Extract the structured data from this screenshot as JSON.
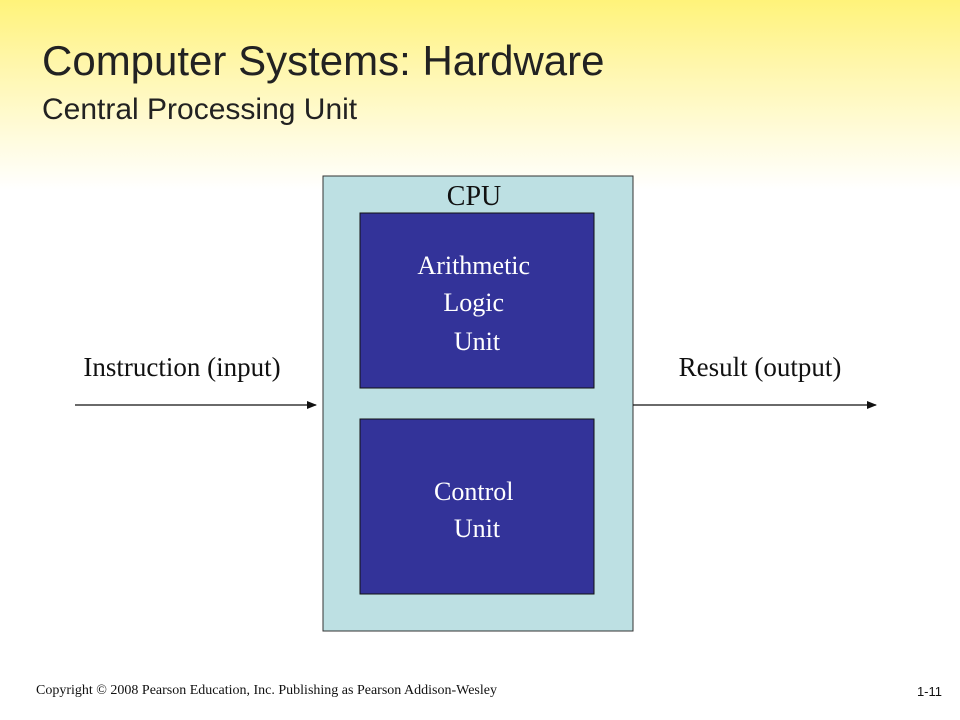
{
  "slide": {
    "title": "Computer Systems: Hardware",
    "subtitle": "Central Processing Unit"
  },
  "diagram": {
    "cpu_label": "CPU",
    "alu_lines": [
      "Arithmetic",
      "Logic",
      "Unit"
    ],
    "control_lines": [
      "Control",
      "Unit"
    ],
    "input_label": "Instruction (input)",
    "output_label": "Result (output)"
  },
  "footer": {
    "copyright": "Copyright © 2008 Pearson Education, Inc. Publishing as Pearson Addison-Wesley",
    "page": "1-11"
  },
  "colors": {
    "header_gradient_top": "#fff37a",
    "background": "#ffffff",
    "cpu_fill": "#bde0e3",
    "unit_fill": "#333399",
    "unit_text": "#ffffff",
    "text": "#111111"
  }
}
